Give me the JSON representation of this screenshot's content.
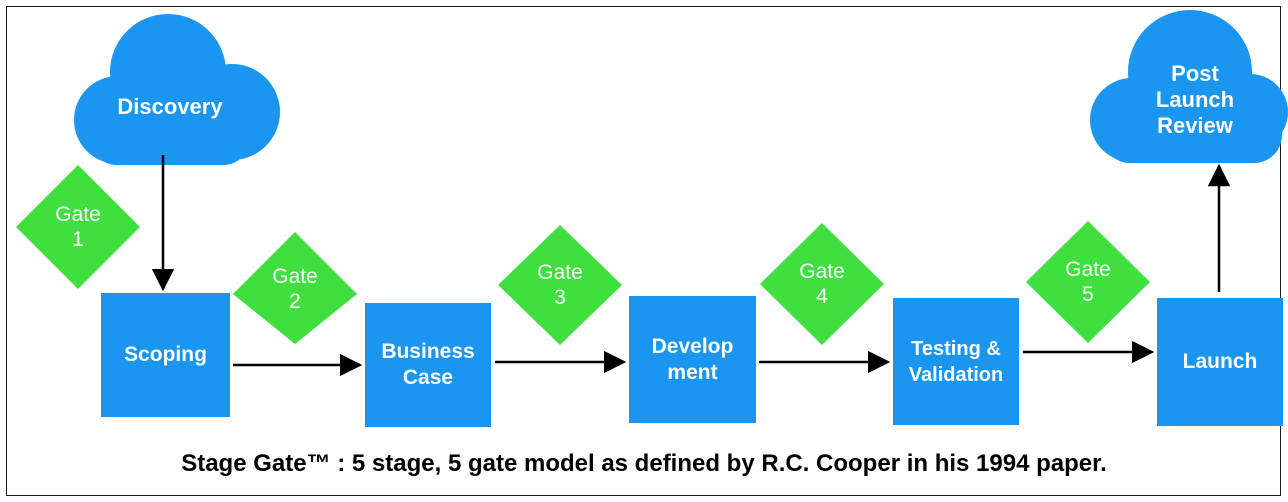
{
  "colors": {
    "stage_fill": "#1a96f0",
    "gate_fill": "#3fdf3f",
    "cloud_fill": "#1a96f0",
    "arrow": "#000000",
    "text_on_shape": "#ffffff"
  },
  "clouds": {
    "discovery": "Discovery",
    "post_launch": "Post\nLaunch\nReview"
  },
  "stages": {
    "scoping": "Scoping",
    "business_case": "Business\nCase",
    "development": "Develop\nment",
    "testing": "Testing &\nValidation",
    "launch": "Launch"
  },
  "gates": {
    "g1": "Gate\n1",
    "g2": "Gate\n2",
    "g3": "Gate\n3",
    "g4": "Gate\n4",
    "g5": "Gate\n5"
  },
  "caption": "Stage Gate™ : 5 stage, 5 gate model as defined by R.C. Cooper  in his 1994 paper."
}
